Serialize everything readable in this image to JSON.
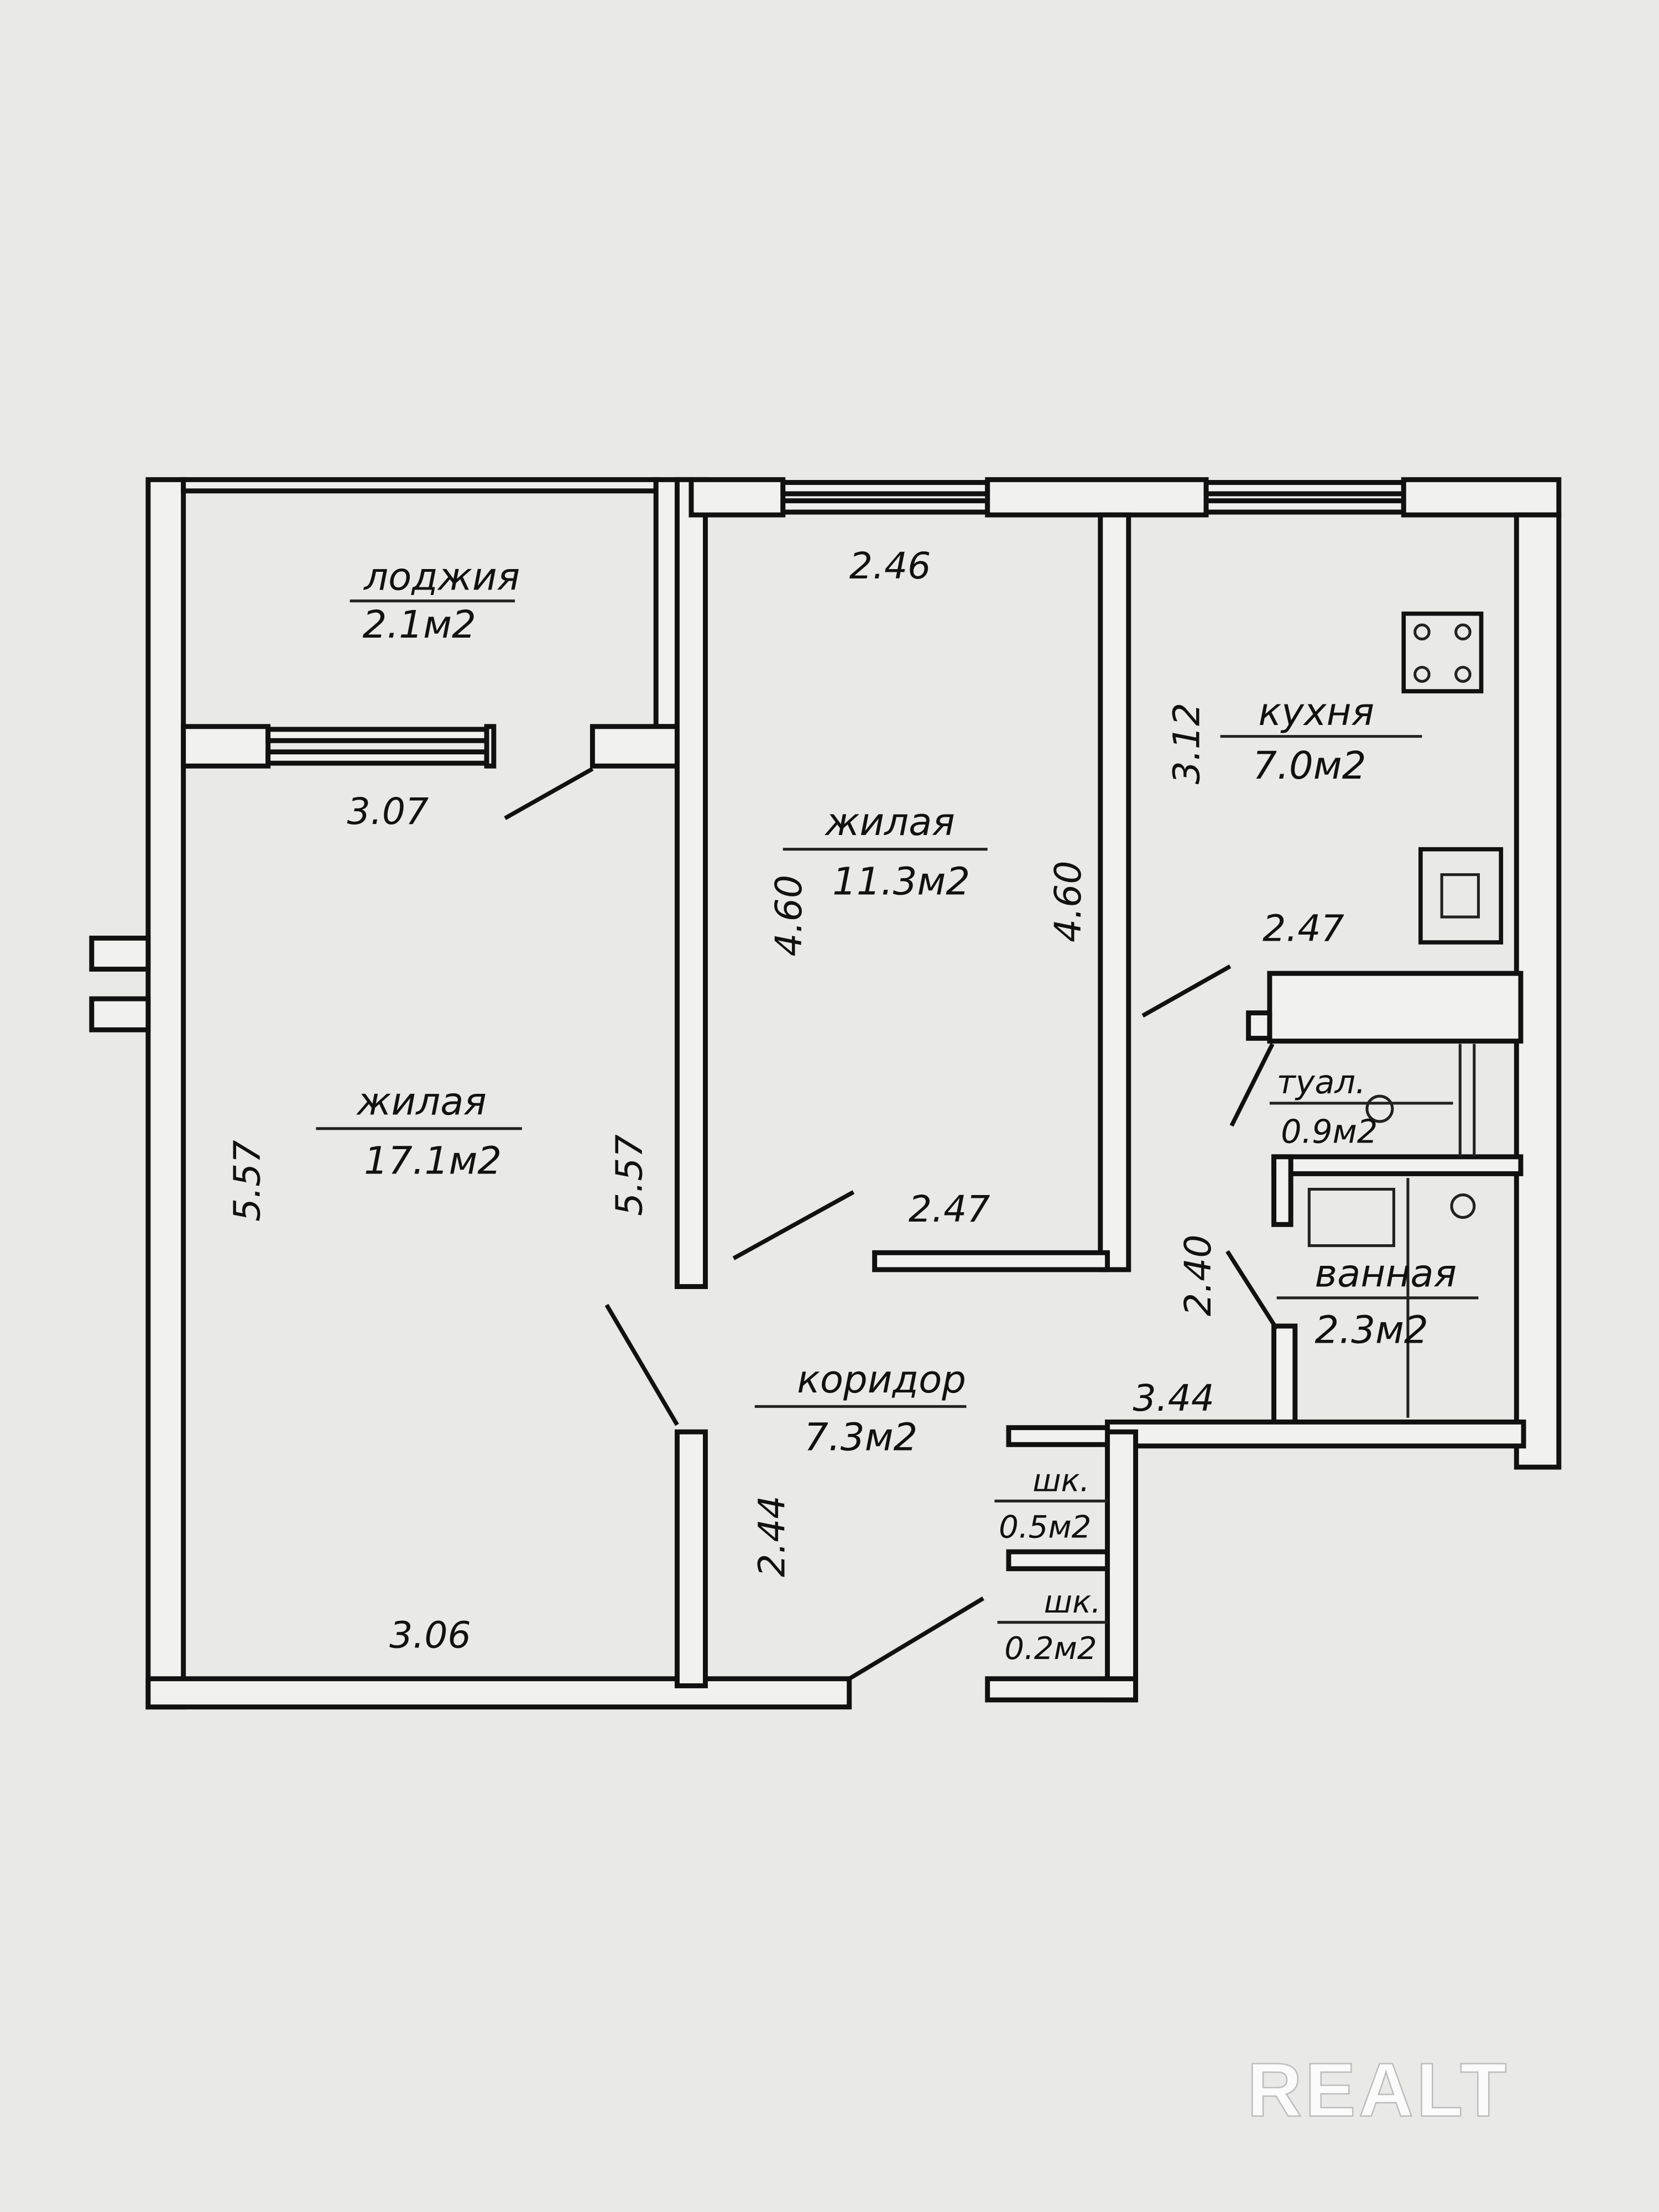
{
  "rooms": {
    "loggia": {
      "name": "лоджия",
      "area": "2.1м2"
    },
    "living_large": {
      "name": "жилая",
      "area": "17.1м2"
    },
    "living_small": {
      "name": "жилая",
      "area": "11.3м2"
    },
    "kitchen": {
      "name": "кухня",
      "area": "7.0м2"
    },
    "toilet": {
      "name": "туал.",
      "area": "0.9м2"
    },
    "bathroom": {
      "name": "ванная",
      "area": "2.3м2"
    },
    "corridor": {
      "name": "коридор",
      "area": "7.3м2"
    },
    "closet1": {
      "name": "шк.",
      "area": "0.5м2"
    },
    "closet2": {
      "name": "шк.",
      "area": "0.2м2"
    }
  },
  "dimensions": {
    "loggia_width": "3.07",
    "large_left": "5.57",
    "large_right": "5.57",
    "large_bottom": "3.06",
    "small_top": "2.46",
    "small_left": "4.60",
    "small_right": "4.60",
    "small_bottom": "2.47",
    "kitchen_side": "3.12",
    "kitchen_bottom": "2.47",
    "corridor_side": "2.44",
    "corridor_right": "2.40",
    "corridor_length": "3.44"
  },
  "watermark": "REALT"
}
